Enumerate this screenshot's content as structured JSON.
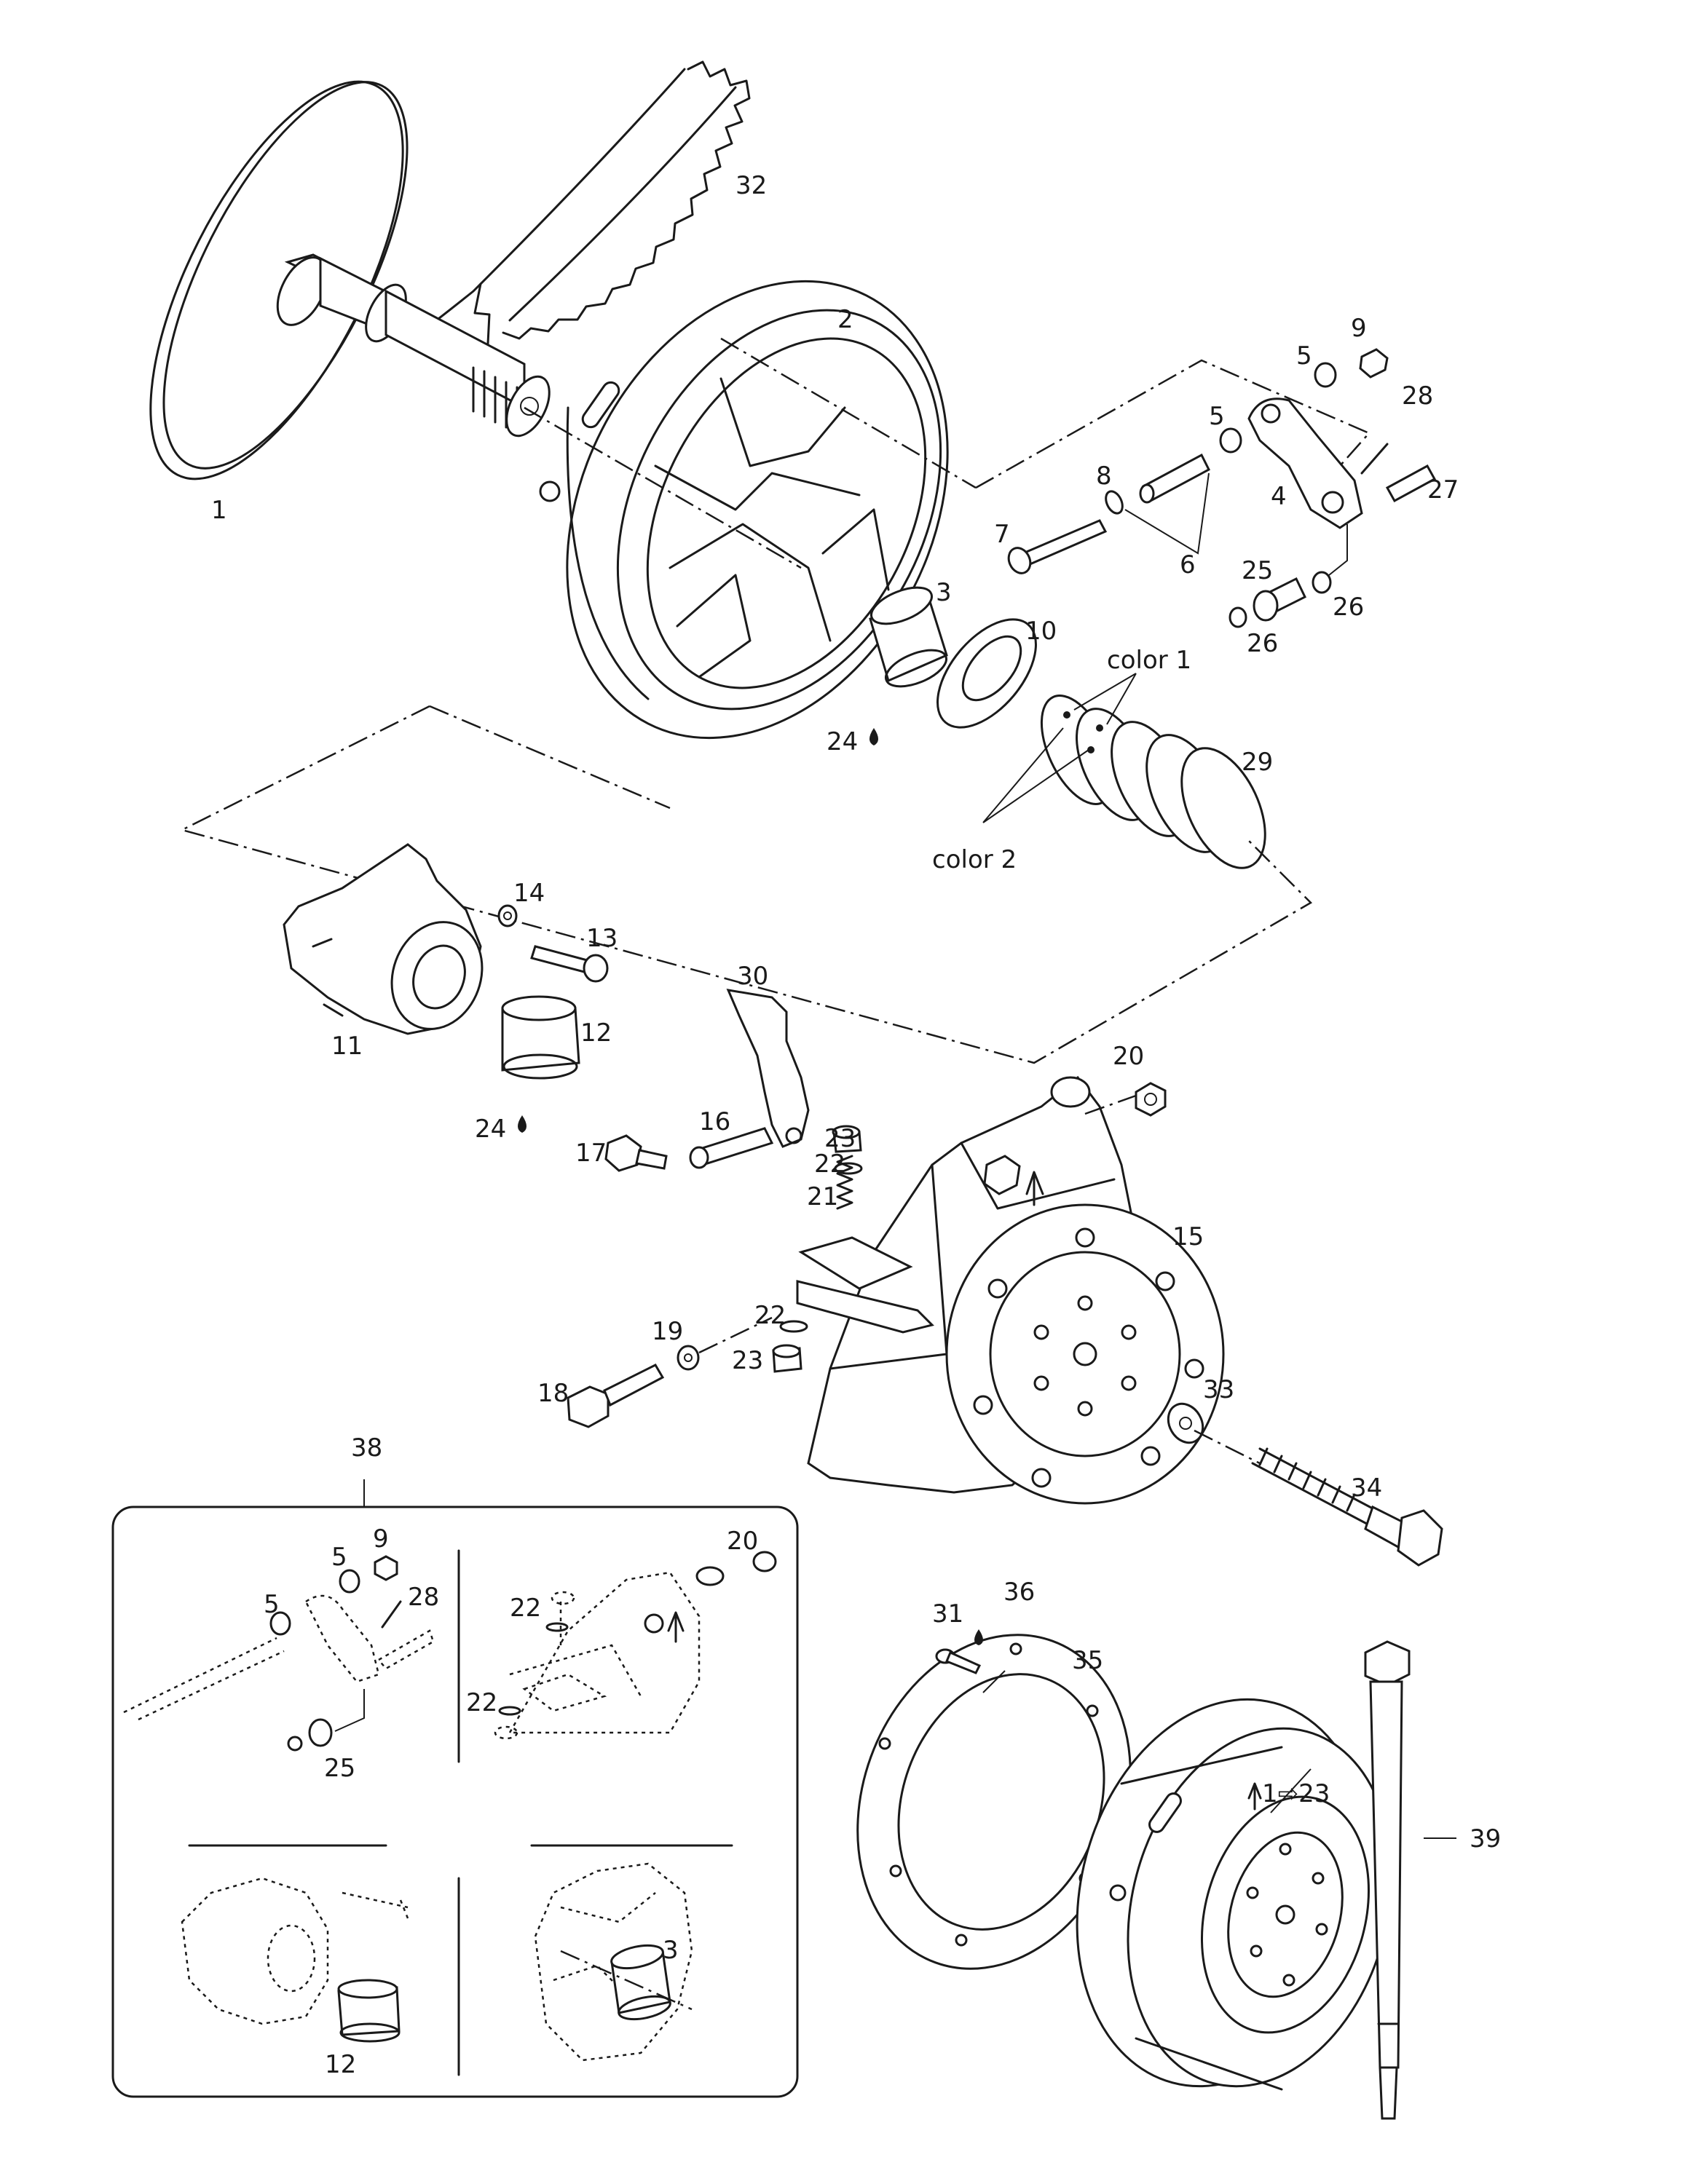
{
  "labels": {
    "p1": "1",
    "p2": "2",
    "p3": "3",
    "p4": "4",
    "p5a": "5",
    "p5b": "5",
    "p6": "6",
    "p7": "7",
    "p8": "8",
    "p9": "9",
    "p10": "10",
    "color1": "color 1",
    "color2": "color 2",
    "p11": "11",
    "p12": "12",
    "p13": "13",
    "p14": "14",
    "p15": "15",
    "p16": "16",
    "p17": "17",
    "p18": "18",
    "p19": "19",
    "p20": "20",
    "p21": "21",
    "p22a": "22",
    "p22b": "22",
    "p23a": "23",
    "p23b": "23",
    "p24a": "24",
    "p24b": "24",
    "p25": "25",
    "p26a": "26",
    "p26b": "26",
    "p27": "27",
    "p28": "28",
    "p29": "29",
    "p30": "30",
    "p31": "31",
    "p32": "32",
    "p33": "33",
    "p34": "34",
    "p35": "35",
    "p36": "36",
    "p38": "38",
    "p39": "39",
    "assembly": "1⇨23"
  },
  "inset": {
    "p9": "9",
    "p5a": "5",
    "p5b": "5",
    "p28": "28",
    "p25": "25",
    "p20": "20",
    "p22a": "22",
    "p22b": "22",
    "p12": "12",
    "p3": "3"
  },
  "icons": {
    "lubricant_drop": "drop-icon",
    "direction_arrow": "arrow-up-icon"
  }
}
